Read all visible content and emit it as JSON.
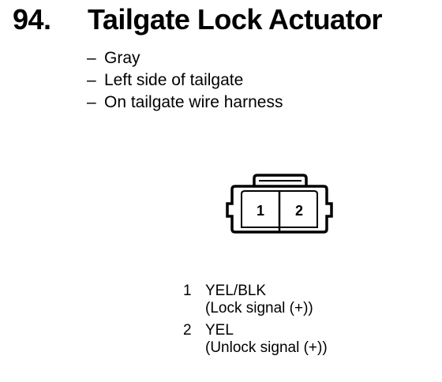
{
  "heading": {
    "number": "94.",
    "title": "Tailgate Lock Actuator"
  },
  "details": [
    "Gray",
    "Left side of tailgate",
    "On tailgate wire harness"
  ],
  "dash": "–",
  "connector": {
    "pins": [
      "1",
      "2"
    ]
  },
  "pin_list": [
    {
      "number": "1",
      "wire": "YEL/BLK",
      "signal": "(Lock signal (+))"
    },
    {
      "number": "2",
      "wire": "YEL",
      "signal": "(Unlock signal (+))"
    }
  ]
}
